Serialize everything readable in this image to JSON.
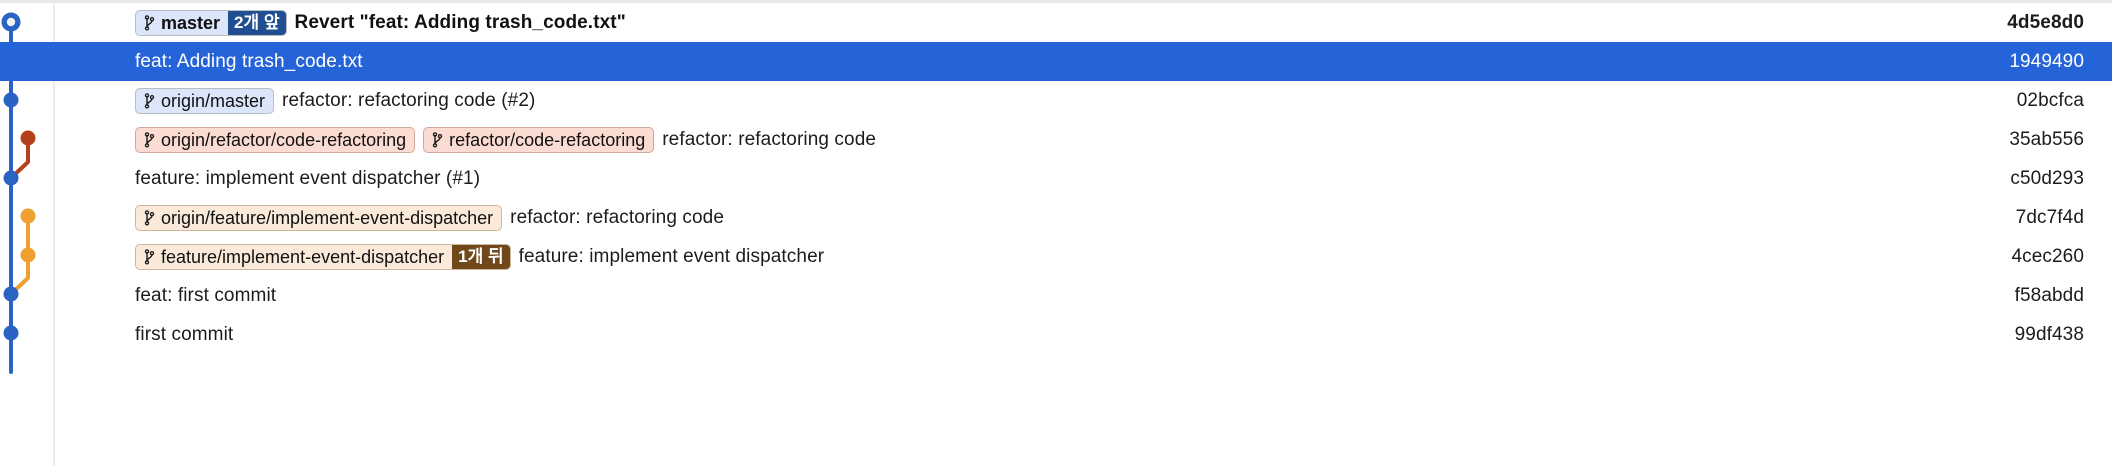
{
  "app": {
    "view": "git-commit-graph",
    "colors": {
      "selection": "#2563d9",
      "trunk": "#2a63c4",
      "branch_red": "#b5411c",
      "branch_orange": "#f0a030",
      "badge_blue_bg": "#dbe6fb",
      "badge_salmon_bg": "#fbdcd2",
      "badge_cream_bg": "#fbeada",
      "counter_ahead_bg": "#1f4e91",
      "counter_behind_bg": "#71481c"
    }
  },
  "commits": [
    {
      "hash": "4d5e8d0",
      "message": "Revert \"feat: Adding trash_code.txt\"",
      "bold": true,
      "selected": false,
      "refs": [
        {
          "name": "master",
          "style": "blue",
          "bold": true,
          "counter": "2개 앞",
          "counter_kind": "ahead"
        }
      ]
    },
    {
      "hash": "1949490",
      "message": "feat: Adding trash_code.txt",
      "bold": false,
      "selected": true,
      "refs": []
    },
    {
      "hash": "02bcfca",
      "message": "refactor: refactoring code (#2)",
      "bold": false,
      "selected": false,
      "refs": [
        {
          "name": "origin/master",
          "style": "blue-remote",
          "bold": false,
          "counter": null,
          "counter_kind": null
        }
      ]
    },
    {
      "hash": "35ab556",
      "message": "refactor: refactoring code",
      "bold": false,
      "selected": false,
      "refs": [
        {
          "name": "origin/refactor/code-refactoring",
          "style": "salmon",
          "bold": false,
          "counter": null,
          "counter_kind": null
        },
        {
          "name": "refactor/code-refactoring",
          "style": "salmon",
          "bold": false,
          "counter": null,
          "counter_kind": null
        }
      ]
    },
    {
      "hash": "c50d293",
      "message": "feature: implement event dispatcher (#1)",
      "bold": false,
      "selected": false,
      "refs": []
    },
    {
      "hash": "7dc7f4d",
      "message": "refactor: refactoring code",
      "bold": false,
      "selected": false,
      "refs": [
        {
          "name": "origin/feature/implement-event-dispatcher",
          "style": "cream",
          "bold": false,
          "counter": null,
          "counter_kind": null
        }
      ]
    },
    {
      "hash": "4cec260",
      "message": "feature: implement event dispatcher",
      "bold": false,
      "selected": false,
      "refs": [
        {
          "name": "feature/implement-event-dispatcher",
          "style": "cream",
          "bold": false,
          "counter": "1개 뒤",
          "counter_kind": "behind"
        }
      ]
    },
    {
      "hash": "f58abdd",
      "message": "feat: first commit",
      "bold": false,
      "selected": false,
      "refs": []
    },
    {
      "hash": "99df438",
      "message": "first commit",
      "bold": false,
      "selected": false,
      "refs": []
    }
  ],
  "graph": {
    "nodes": [
      {
        "row": 0,
        "lane": 0,
        "kind": "head-ring",
        "color": "#2a63c4"
      },
      {
        "row": 1,
        "lane": 0,
        "kind": "hollow-ring",
        "color": "#2a63c4"
      },
      {
        "row": 2,
        "lane": 0,
        "kind": "dot",
        "color": "#2a63c4"
      },
      {
        "row": 3,
        "lane": 1,
        "kind": "dot",
        "color": "#b5411c"
      },
      {
        "row": 4,
        "lane": 0,
        "kind": "dot",
        "color": "#2a63c4"
      },
      {
        "row": 5,
        "lane": 1,
        "kind": "dot",
        "color": "#f0a030"
      },
      {
        "row": 6,
        "lane": 1,
        "kind": "dot",
        "color": "#f0a030"
      },
      {
        "row": 7,
        "lane": 0,
        "kind": "dot",
        "color": "#2a63c4"
      },
      {
        "row": 8,
        "lane": 0,
        "kind": "dot",
        "color": "#2a63c4"
      }
    ]
  }
}
